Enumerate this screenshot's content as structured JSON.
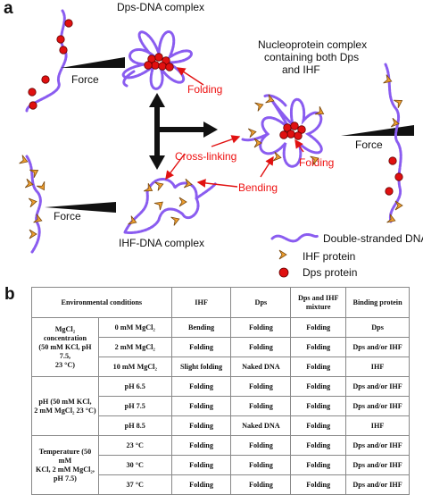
{
  "panel_a": {
    "letter": "a",
    "dps_dna_complex": "Dps-DNA complex",
    "nucleoprotein_line1": "Nucleoprotein complex",
    "nucleoprotein_line2": "containing both Dps",
    "nucleoprotein_line3": "and IHF",
    "ihf_dna_complex": "IHF-DNA complex",
    "force_labels": [
      "Force",
      "Force",
      "Force"
    ],
    "folding_1": "Folding",
    "folding_2": "Folding",
    "cross_linking": "Cross-linking",
    "bending": "Bending",
    "legend": {
      "dna": "Double-stranded DNA",
      "ihf": "IHF protein",
      "dps": "Dps protein"
    },
    "colors": {
      "dna": "#8a5cf0",
      "dps": "#e01010",
      "ihf": "#f0a030",
      "annotation": "#e11111"
    }
  },
  "panel_b": {
    "letter": "b",
    "headers": [
      "Environmental conditions",
      "IHF",
      "Dps",
      "Dps and IHF mixture",
      "Binding protein"
    ],
    "groups": [
      {
        "label_lines": [
          "MgCl₂ concentration",
          "(50 mM KCl, pH 7.5,",
          "23 °C)"
        ],
        "rows": [
          {
            "cond": "0 mM MgCl₂",
            "ihf": "Bending",
            "dps": "Folding",
            "mix": "Folding",
            "bind": "Dps"
          },
          {
            "cond": "2 mM MgCl₂",
            "ihf": "Folding",
            "dps": "Folding",
            "mix": "Folding",
            "bind": "Dps and/or IHF"
          },
          {
            "cond": "10 mM MgCl₂",
            "ihf": "Slight folding",
            "dps": "Naked DNA",
            "mix": "Folding",
            "bind": "IHF"
          }
        ]
      },
      {
        "label_lines": [
          "pH (50 mM KCl,",
          "2 mM MgCl₂ 23 °C)"
        ],
        "rows": [
          {
            "cond": "pH 6.5",
            "ihf": "Folding",
            "dps": "Folding",
            "mix": "Folding",
            "bind": "Dps and/or IHF"
          },
          {
            "cond": "pH 7.5",
            "ihf": "Folding",
            "dps": "Folding",
            "mix": "Folding",
            "bind": "Dps and/or IHF"
          },
          {
            "cond": "pH 8.5",
            "ihf": "Folding",
            "dps": "Naked DNA",
            "mix": "Folding",
            "bind": "IHF"
          }
        ]
      },
      {
        "label_lines": [
          "Temperature (50 mM",
          "KCl, 2 mM MgCl₂,",
          "pH 7.5)"
        ],
        "rows": [
          {
            "cond": "23 °C",
            "ihf": "Folding",
            "dps": "Folding",
            "mix": "Folding",
            "bind": "Dps and/or IHF"
          },
          {
            "cond": "30 °C",
            "ihf": "Folding",
            "dps": "Folding",
            "mix": "Folding",
            "bind": "Dps and/or IHF"
          },
          {
            "cond": "37 °C",
            "ihf": "Folding",
            "dps": "Folding",
            "mix": "Folding",
            "bind": "Dps and/or IHF"
          }
        ]
      }
    ]
  }
}
